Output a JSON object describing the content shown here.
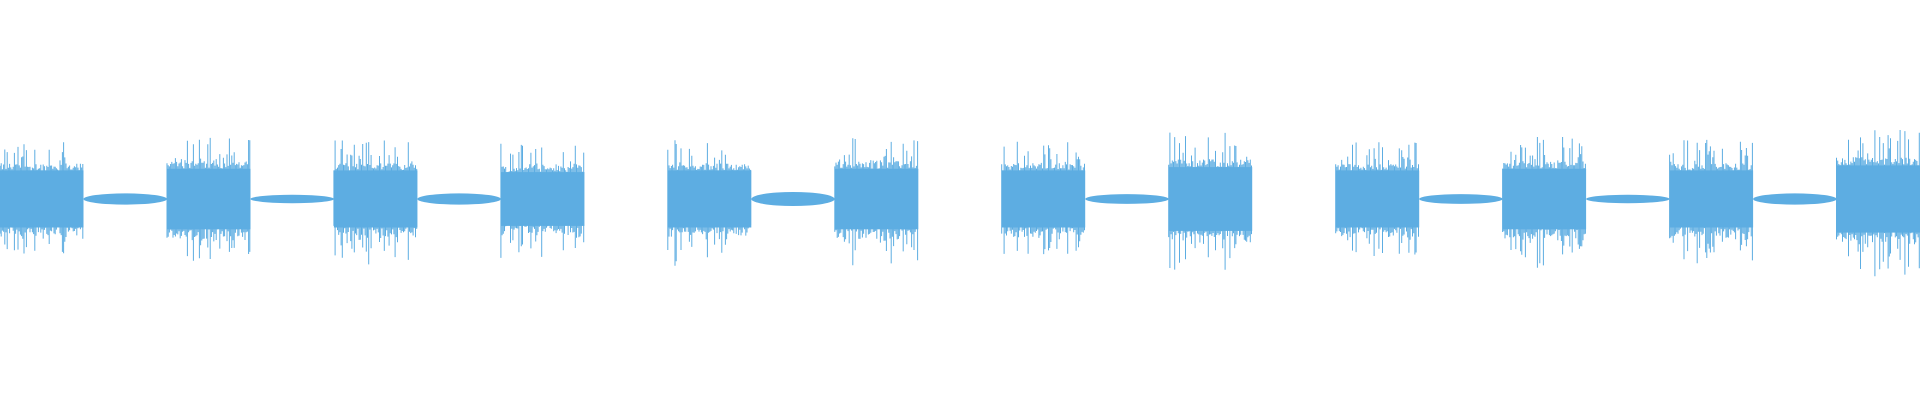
{
  "waveform": {
    "color": "#5dade2",
    "background": "#ffffff",
    "segments": [
      {
        "type": "burst",
        "amplitude": 0.85
      },
      {
        "type": "tone",
        "amplitude": 0.08
      },
      {
        "type": "burst",
        "amplitude": 0.9
      },
      {
        "type": "tone",
        "amplitude": 0.06
      },
      {
        "type": "burst",
        "amplitude": 0.85
      },
      {
        "type": "tone",
        "amplitude": 0.08
      },
      {
        "type": "burst",
        "amplitude": 0.8
      },
      {
        "type": "silence",
        "amplitude": 0
      },
      {
        "type": "burst",
        "amplitude": 0.85
      },
      {
        "type": "tone",
        "amplitude": 0.1
      },
      {
        "type": "burst",
        "amplitude": 0.9
      },
      {
        "type": "silence",
        "amplitude": 0
      },
      {
        "type": "burst",
        "amplitude": 0.85
      },
      {
        "type": "tone",
        "amplitude": 0.07
      },
      {
        "type": "burst",
        "amplitude": 0.95
      },
      {
        "type": "silence",
        "amplitude": 0
      },
      {
        "type": "burst",
        "amplitude": 0.85
      },
      {
        "type": "tone",
        "amplitude": 0.07
      },
      {
        "type": "burst",
        "amplitude": 0.9
      },
      {
        "type": "tone",
        "amplitude": 0.06
      },
      {
        "type": "burst",
        "amplitude": 0.85
      },
      {
        "type": "tone",
        "amplitude": 0.08
      },
      {
        "type": "burst",
        "amplitude": 1.0
      }
    ]
  }
}
